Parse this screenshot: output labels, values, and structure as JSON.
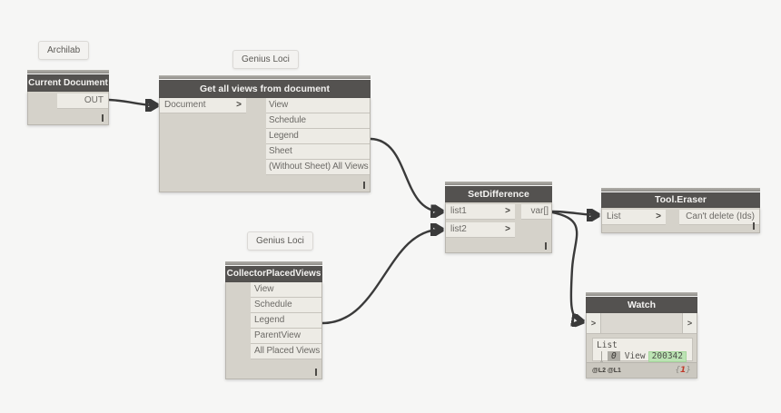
{
  "glyphs": {
    "chevron": ">",
    "port_arrow": ">"
  },
  "badges": {
    "archilab": "Archilab",
    "genius_loci_top": "Genius Loci",
    "genius_loci_bottom": "Genius Loci"
  },
  "nodes": {
    "current_document": {
      "title": "Current Document",
      "output": "OUT"
    },
    "get_all_views": {
      "title": "Get all views from document",
      "input": "Document",
      "outputs": [
        "View",
        "Schedule",
        "Legend",
        "Sheet",
        "(Without Sheet) All Views"
      ]
    },
    "collector_placed_views": {
      "title": "CollectorPlacedViews",
      "outputs": [
        "View",
        "Schedule",
        "Legend",
        "ParentView",
        "All Placed Views"
      ]
    },
    "set_difference": {
      "title": "SetDifference",
      "inputs": [
        "list1",
        "list2"
      ],
      "output": "var[]"
    },
    "tool_eraser": {
      "title": "Tool.Eraser",
      "input": "List",
      "output": "Can't delete (Ids)"
    },
    "watch": {
      "title": "Watch",
      "root_label": "List",
      "item_index": "0",
      "item_type": "View",
      "item_value": "200342",
      "levels": "@L2 @L1",
      "count_prefix": "{",
      "count": "1",
      "count_suffix": "}"
    }
  },
  "colors": {
    "canvas_bg": "#f6f6f5",
    "node_header": "#545250",
    "node_body": "#d5d2ca",
    "port_chip": "#edebe5",
    "wire": "#3a3a3a",
    "value_highlight_bg": "#bce3b4",
    "count_red": "#c03a2a"
  }
}
